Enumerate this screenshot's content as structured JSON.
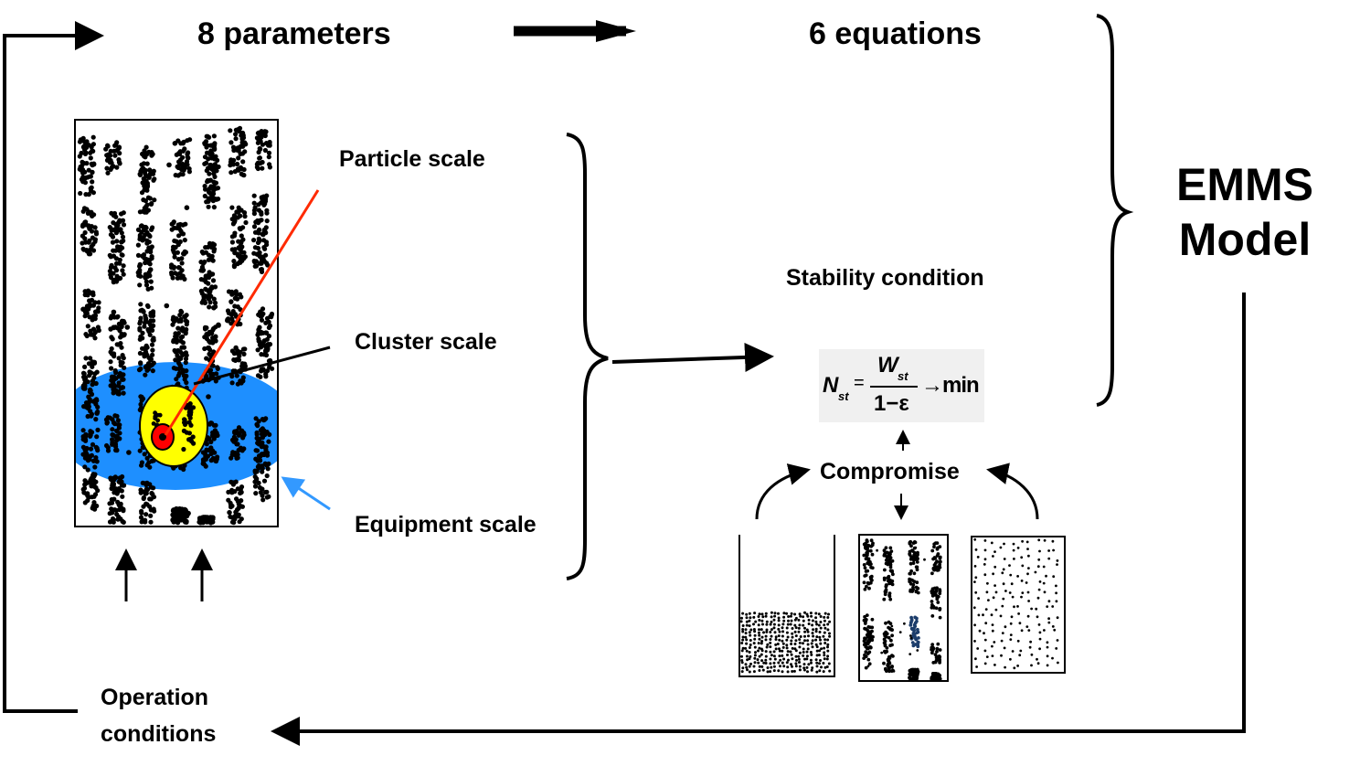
{
  "header": {
    "parameters": "8 parameters",
    "equations": "6 equations"
  },
  "model": {
    "line1": "EMMS",
    "line2": "Model"
  },
  "scales": {
    "particle": "Particle scale",
    "cluster": "Cluster scale",
    "equipment": "Equipment scale"
  },
  "stability": {
    "title": "Stability condition",
    "eq_N": "N",
    "eq_N_sub": "st",
    "eq_eq": "=",
    "eq_W": "W",
    "eq_W_sub": "st",
    "eq_den": "1−ε",
    "eq_arrow": "→min"
  },
  "compromise": "Compromise",
  "operation": {
    "line1": "Operation",
    "line2": "conditions"
  },
  "colors": {
    "equipment_region": "#1e8fff",
    "cluster_region": "#ffff00",
    "particle_region": "#ff0000",
    "particle_pointer": "#ff2a00",
    "equipment_pointer": "#3399ff"
  }
}
